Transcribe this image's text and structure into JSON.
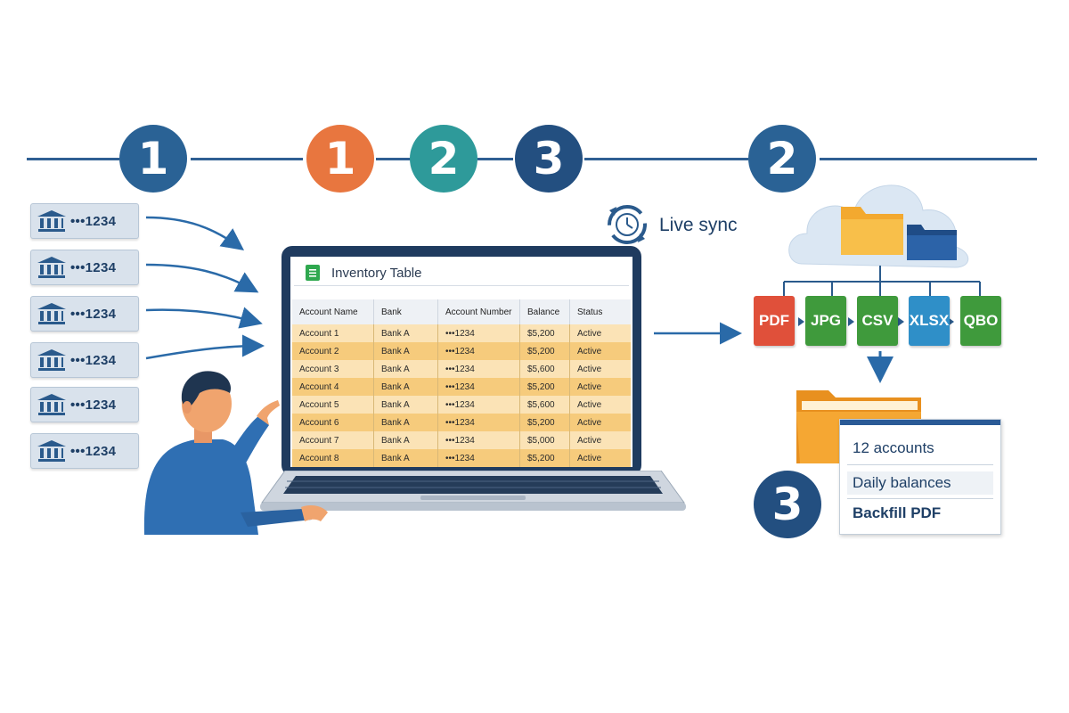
{
  "timeline": {
    "steps": [
      {
        "label": "1",
        "color": "#2a6295"
      },
      {
        "label": "1",
        "color": "#e8763f"
      },
      {
        "label": "2",
        "color": "#2e9a9a"
      },
      {
        "label": "3",
        "color": "#234f80"
      },
      {
        "label": "2",
        "color": "#2a6295"
      }
    ]
  },
  "accounts": [
    "•••1234",
    "•••1234",
    "•••1234",
    "•••1234",
    "•••1234",
    "•••1234"
  ],
  "inventory": {
    "title": "Inventory Table",
    "columns": [
      "Account Name",
      "Bank",
      "Account Number",
      "Balance",
      "Status"
    ],
    "rows": [
      [
        "Account 1",
        "Bank A",
        "•••1234",
        "$5,200",
        "Active"
      ],
      [
        "Account  2",
        "Bank A",
        "•••1234",
        "$5,200",
        "Active"
      ],
      [
        "Account  3",
        "Bank A",
        "•••1234",
        "$5,600",
        "Active"
      ],
      [
        "Account  4",
        "Bank A",
        "•••1234",
        "$5,200",
        "Active"
      ],
      [
        "Account  5",
        "Bank A",
        "•••1234",
        "$5,600",
        "Active"
      ],
      [
        "Account  6",
        "Bank A",
        "•••1234",
        "$5,200",
        "Active"
      ],
      [
        "Account  7",
        "Bank A",
        "•••1234",
        "$5,000",
        "Active"
      ],
      [
        "Account  8",
        "Bank A",
        "•••1234",
        "$5,200",
        "Active"
      ]
    ]
  },
  "sync": {
    "label": "Live sync"
  },
  "formats": [
    {
      "label": "PDF",
      "color": "#e0503a"
    },
    {
      "label": "JPG",
      "color": "#3f9a3c"
    },
    {
      "label": "CSV",
      "color": "#3f9a3c"
    },
    {
      "label": "XLSX",
      "color": "#2f8fc8"
    },
    {
      "label": "QBO",
      "color": "#3f9a3c"
    }
  ],
  "final_step": {
    "label": "3",
    "color": "#234f80"
  },
  "summary": {
    "items": [
      "12 accounts",
      "Daily balances",
      "Backfill PDF"
    ]
  },
  "colors": {
    "accent": "#2f5f93",
    "arrow": "#2a6aa8"
  }
}
